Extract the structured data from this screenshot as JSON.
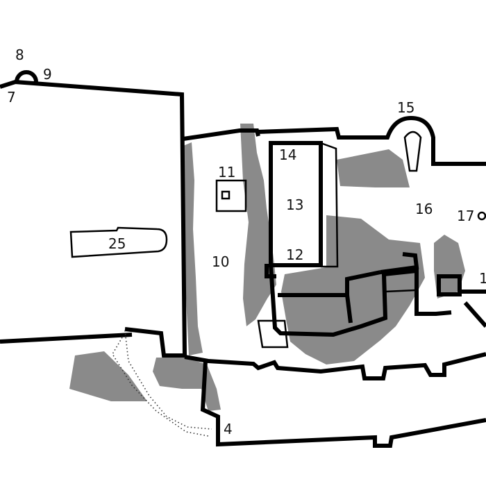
{
  "labels": {
    "l4": "4",
    "l7": "7",
    "l8": "8",
    "l9": "9",
    "l10": "10",
    "l11": "11",
    "l12": "12",
    "l13": "13",
    "l14": "14",
    "l15": "15",
    "l16": "16",
    "l17": "17",
    "l18": "1",
    "l25": "25"
  },
  "colors": {
    "wall": "#000000",
    "shade": "#8a8a8a",
    "background": "#ffffff"
  }
}
